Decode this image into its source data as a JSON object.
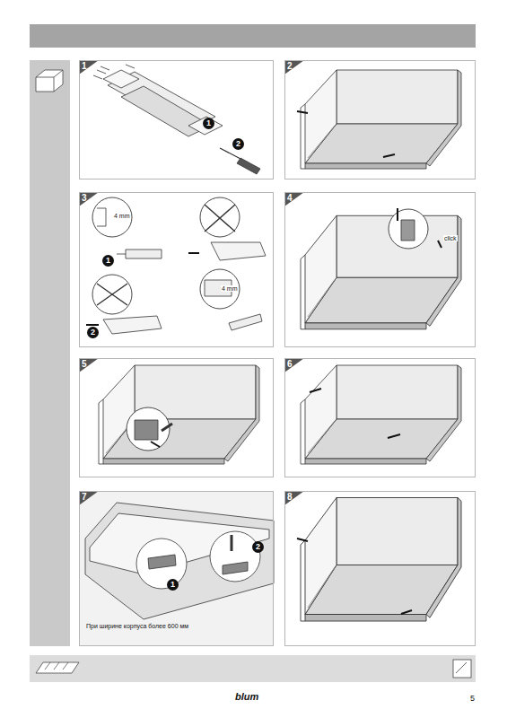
{
  "diagram": {
    "nodes": [
      {
        "text": [
          "1"
        ]
      },
      {
        "text": [
          "2"
        ]
      },
      {
        "text": [
          "3"
        ]
      },
      {
        "text": [
          "4"
        ]
      },
      {
        "text": [
          "5"
        ]
      },
      {
        "text": [
          "6"
        ]
      },
      {
        "text": [
          "7"
        ]
      },
      {
        "text": [
          "8"
        ]
      }
    ],
    "labels": [
      "1",
      "2",
      "4 mm",
      "1",
      "2",
      "4 mm",
      "click",
      "1",
      "2",
      "При ширине корпуса более 600 мм",
      "blum",
      "5"
    ]
  }
}
